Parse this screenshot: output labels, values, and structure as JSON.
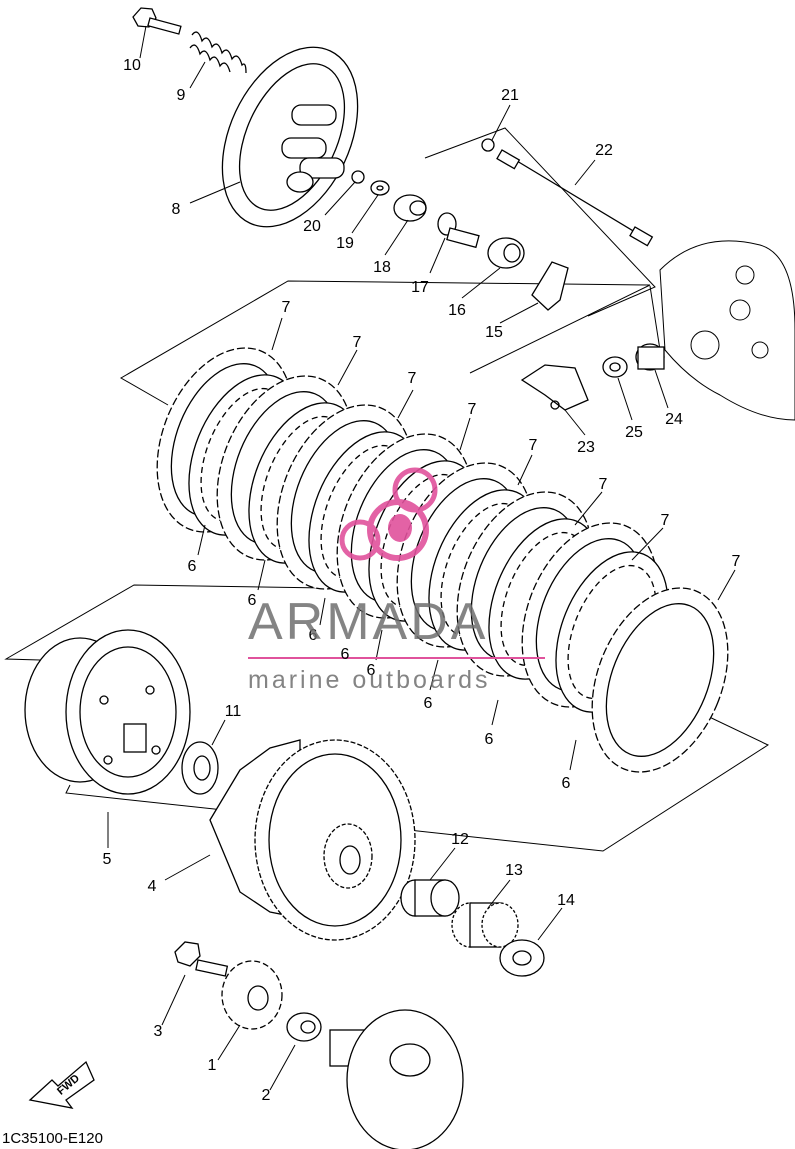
{
  "diagram": {
    "part_numbers": [
      "1",
      "2",
      "3",
      "4",
      "5",
      "6",
      "6",
      "6",
      "6",
      "6",
      "6",
      "6",
      "6",
      "7",
      "7",
      "7",
      "7",
      "7",
      "7",
      "7",
      "7",
      "8",
      "9",
      "10",
      "11",
      "12",
      "13",
      "14",
      "15",
      "16",
      "17",
      "18",
      "19",
      "20",
      "21",
      "22",
      "23",
      "24",
      "25"
    ],
    "drawing_code": "1C35100-E120",
    "fwd_label": "FWD"
  },
  "watermark": {
    "title": "ARMADA",
    "subtitle": "marine outboards",
    "color": "#e0529c"
  }
}
